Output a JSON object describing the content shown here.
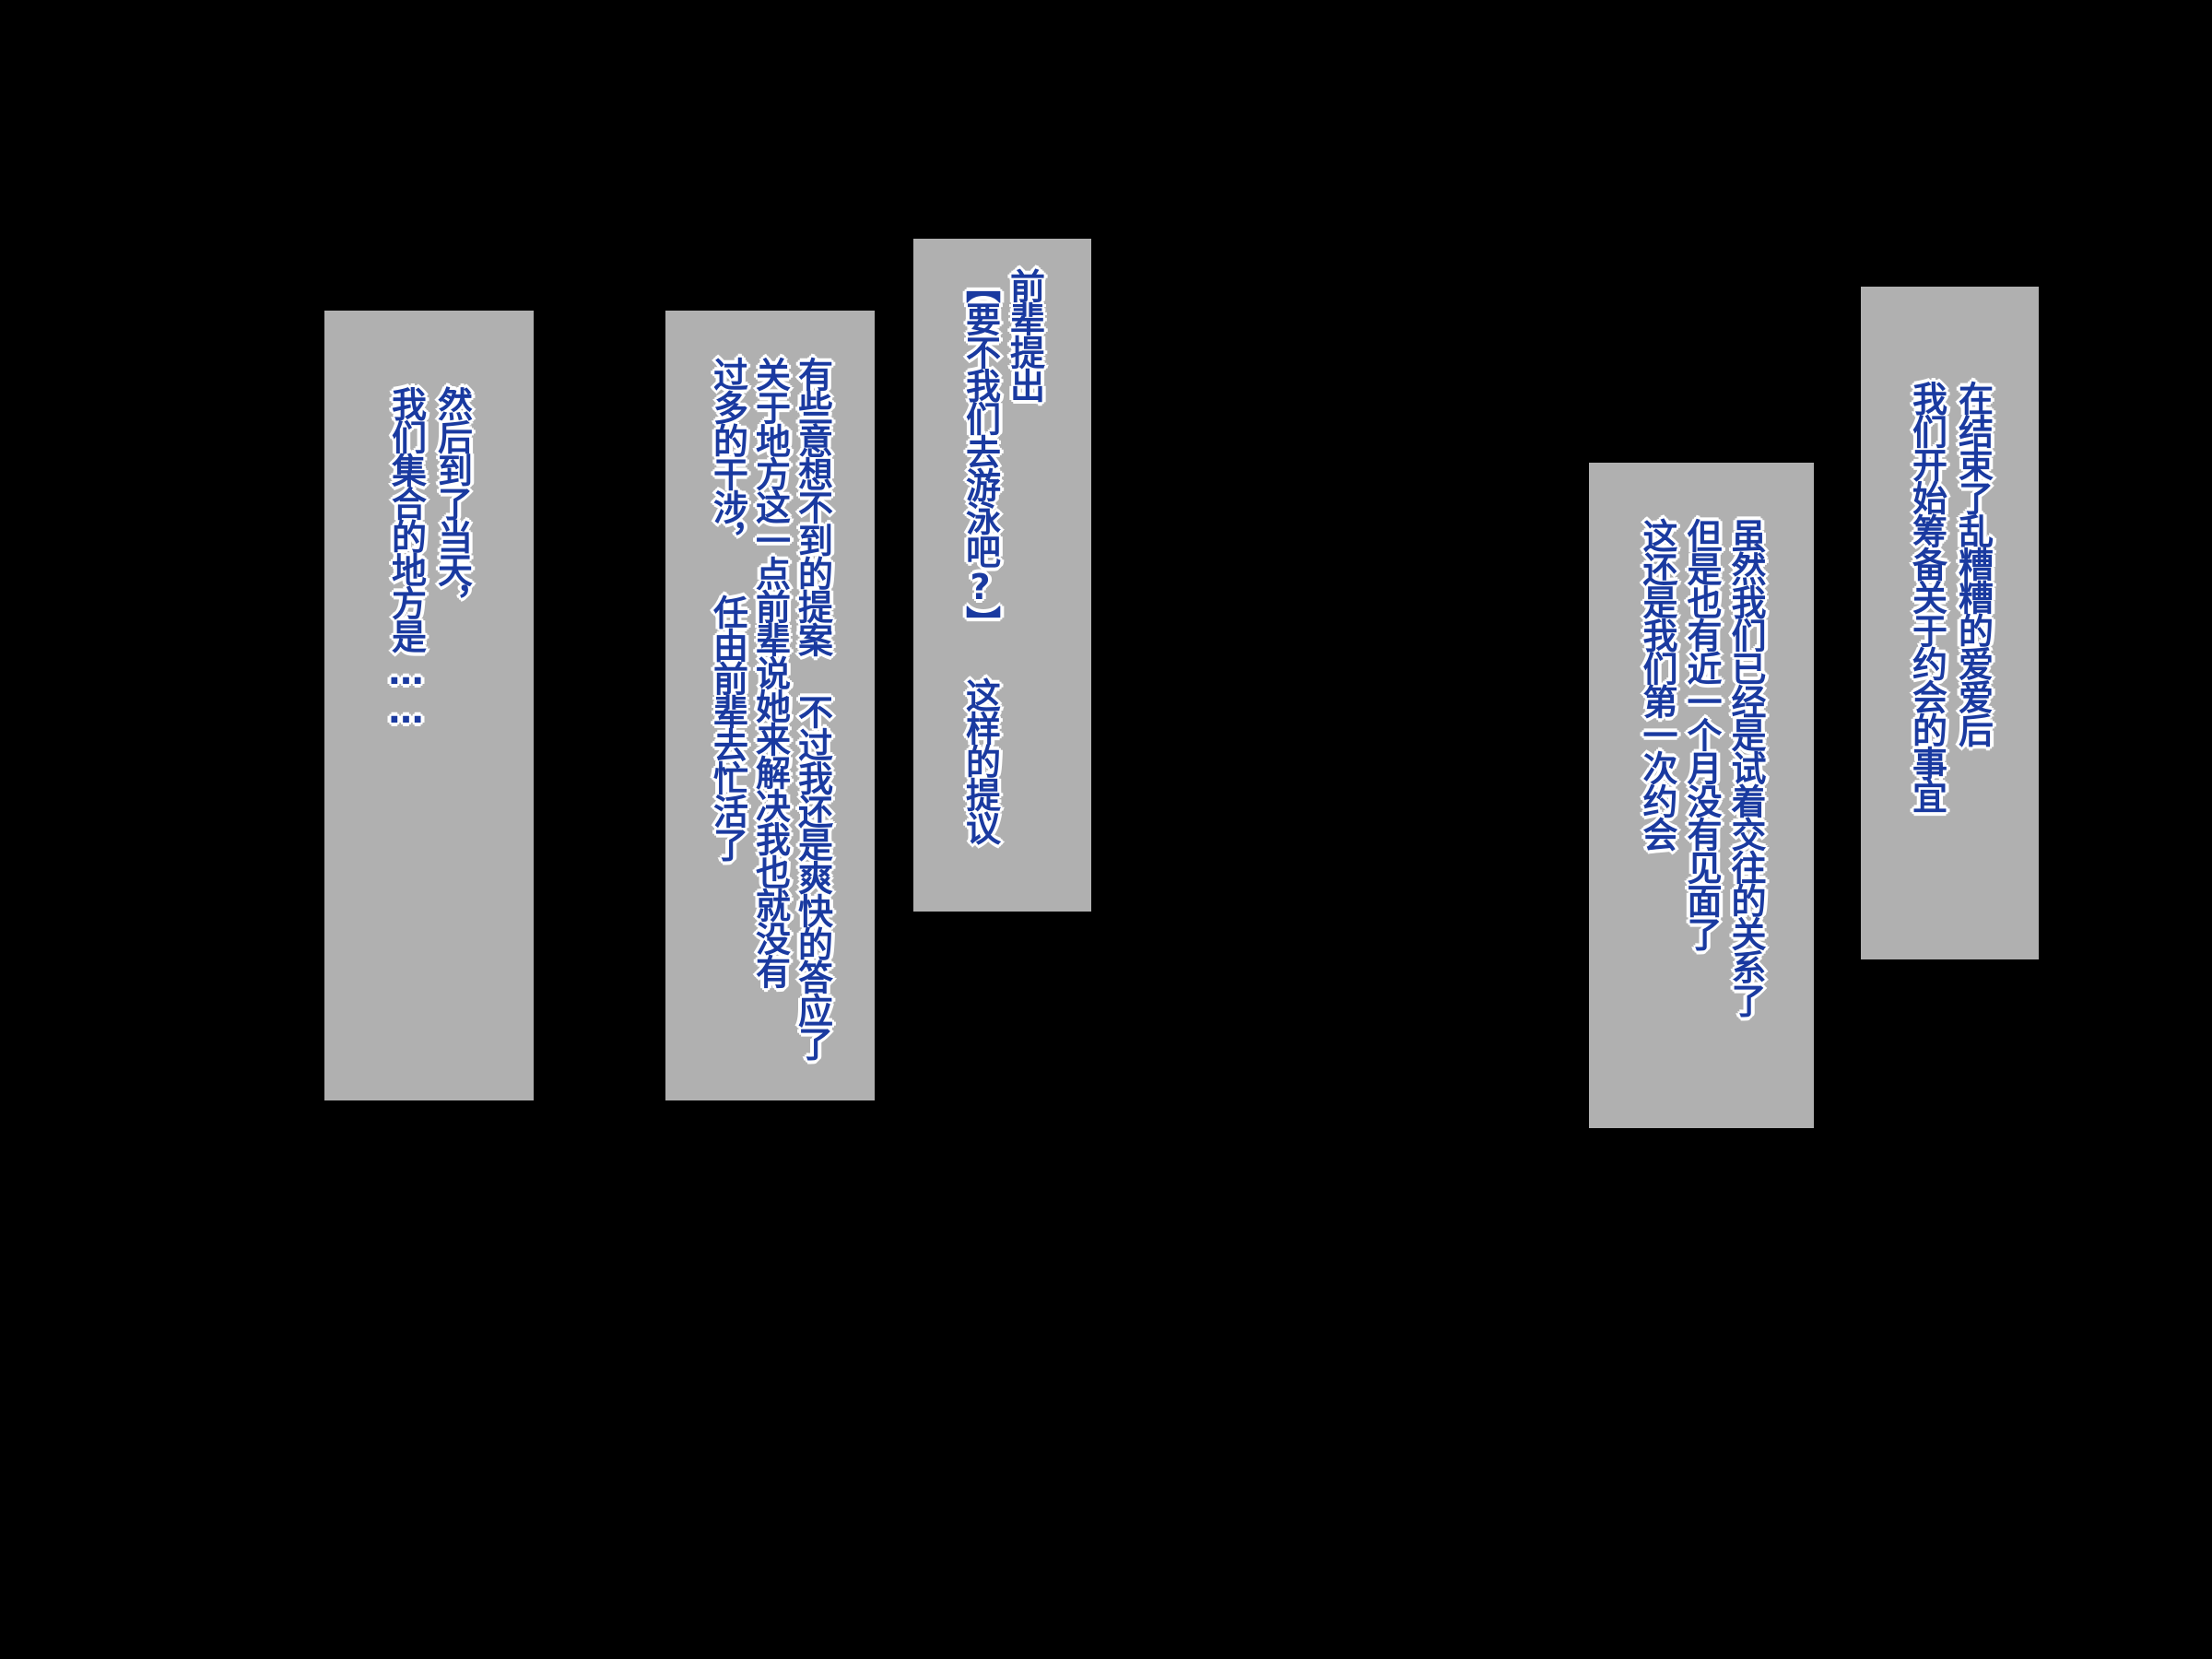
{
  "panels": [
    {
      "lines": [
        "然后到了当天，",
        "我们集合的地方是……"
      ]
    },
    {
      "lines": [
        "有些意想不到的提案 不过我还是爽快的答应了",
        "关于地方这一点前辈说她来解决我也就没有",
        "过多的干涉， 任由前辈去忙活了"
      ]
    },
    {
      "lines": [
        "前辈提出",
        "【要不我们去游泳吧?】 这样的提议"
      ]
    },
    {
      "lines": [
        "虽然我们已经是试着交往的关系了",
        "但是也有近一个月没有见面了",
        "这还是我们第一次约会"
      ]
    },
    {
      "lines": [
        "在结束了乱糟糟的爱爱后",
        "我们开始筹备关于约会的事宜"
      ]
    }
  ],
  "colors": {
    "background": "#000000",
    "panel": "#b0b0b0",
    "text": "#1a3aa0",
    "text_outline": "#ffffff"
  }
}
